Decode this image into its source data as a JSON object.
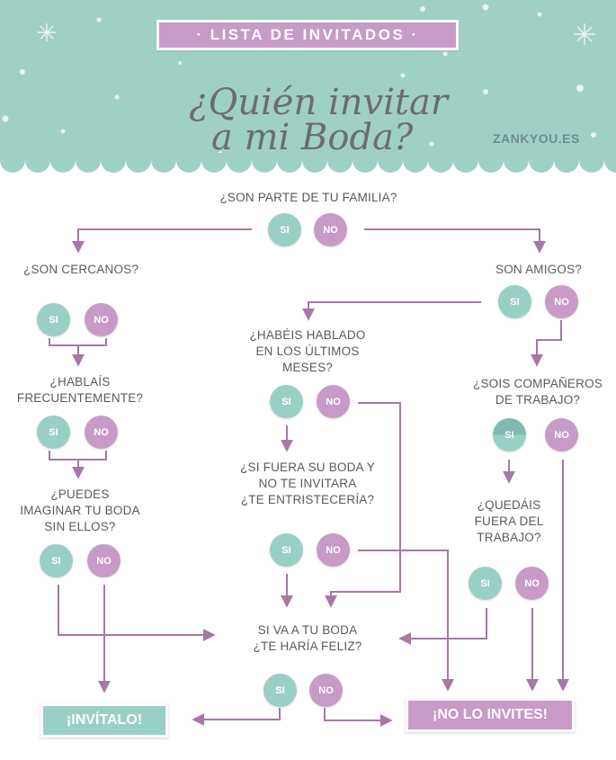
{
  "header": {
    "banner": "· LISTA DE INVITADOS ·",
    "title_line1": "¿Quién invitar",
    "title_line2": "a mi Boda?",
    "brand": "ZANKYOU.ES"
  },
  "questions": {
    "familia": "¿SON PARTE DE TU FAMILIA?",
    "cercanos": "¿SON CERCANOS?",
    "amigos": "SON AMIGOS?",
    "hablais_1": "¿HABLAÍS",
    "hablais_2": "FRECUENTEMENTE?",
    "habeis_1": "¿HABÉIS HABLADO",
    "habeis_2": "EN LOS ÚLTIMOS",
    "habeis_3": "MESES?",
    "companeros_1": "¿SOIS COMPAÑEROS",
    "companeros_2": "DE TRABAJO?",
    "imaginar_1": "¿PUEDES",
    "imaginar_2": "IMAGINAR TU BODA",
    "imaginar_3": "SIN ELLOS?",
    "fuera_1": "¿SI FUERA SU BODA Y",
    "fuera_2": "NO TE INVITARA",
    "fuera_3": "¿TE ENTRISTECERÍA?",
    "quedais_1": "¿QUEDÁIS",
    "quedais_2": "FUERA DEL",
    "quedais_3": "TRABAJO?",
    "feliz_1": "SI VA A TU BODA",
    "feliz_2": "¿TE HARÍA FELIZ?"
  },
  "answers": {
    "yes": "SI",
    "no": "NO"
  },
  "results": {
    "invite": "¡INVÍTALO!",
    "no_invite": "¡NO LO INVITES!"
  },
  "colors": {
    "teal": "#99d0c5",
    "purple": "#c89bc6",
    "arrow": "#a678a6",
    "header_bg": "#9fd0c6"
  }
}
